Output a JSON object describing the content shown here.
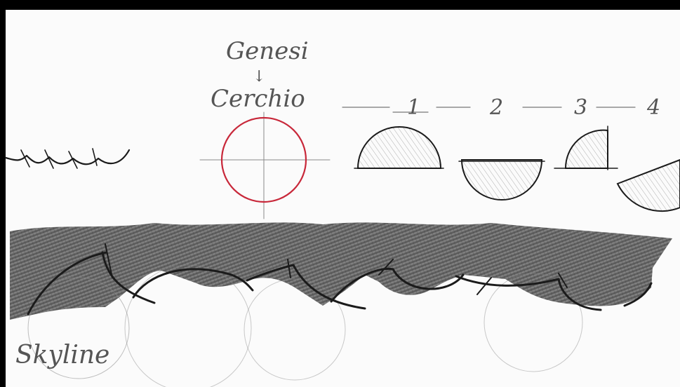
{
  "labels": {
    "genesi": "Genesi",
    "arrow": "↓",
    "cerchio": "Cerchio",
    "skyline": "Skyline",
    "step_1": "1",
    "step_2": "2",
    "step_3": "3",
    "step_4": "4"
  },
  "colors": {
    "background": "#000000",
    "paper": "#fbfbfb",
    "circle_red": "#c8283a",
    "graphite": "#3f3f3f",
    "ink": "#1b1b1b",
    "pencil": "#777777"
  }
}
